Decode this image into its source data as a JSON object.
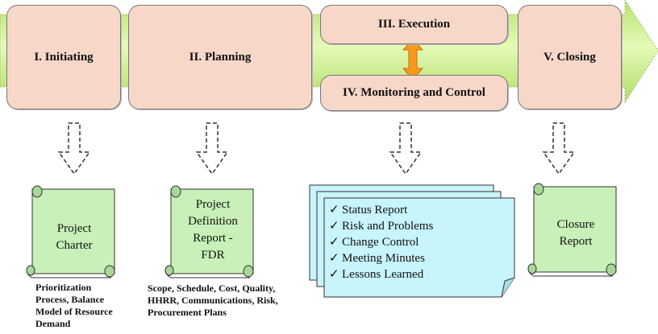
{
  "phases": {
    "initiating": "I. Initiating",
    "planning": "II. Planning",
    "execution": "III. Execution",
    "monitoring": "IV. Monitoring and Control",
    "closing": "V. Closing"
  },
  "documents": {
    "charter": {
      "line1": "Project",
      "line2": "Charter"
    },
    "fdr": {
      "line1": "Project",
      "line2": "Definition",
      "line3": "Report -",
      "line4": "FDR"
    },
    "closure": {
      "line1": "Closure",
      "line2": "Report"
    }
  },
  "checklist": {
    "mark": "✓",
    "items": [
      "Status Report",
      "Risk and Problems",
      "Change Control",
      "Meeting Minutes",
      "Lessons Learned"
    ]
  },
  "captions": {
    "initiating": {
      "line1": "Prioritization",
      "line2": "Process, Balance",
      "line3": "Model of Resource",
      "line4": "Demand"
    },
    "planning": {
      "line1": "Scope, Schedule, Cost, Quality,",
      "line2": "HHRR, Communications, Risk,",
      "line3": "Procurement Plans"
    }
  },
  "colors": {
    "arrow_band": "#ccf089",
    "phase_fill": "#f7d8c8",
    "scroll_fill": "#c8f0b8",
    "report_fill": "#c8f4fb",
    "double_arrow": "#f79a1e"
  }
}
